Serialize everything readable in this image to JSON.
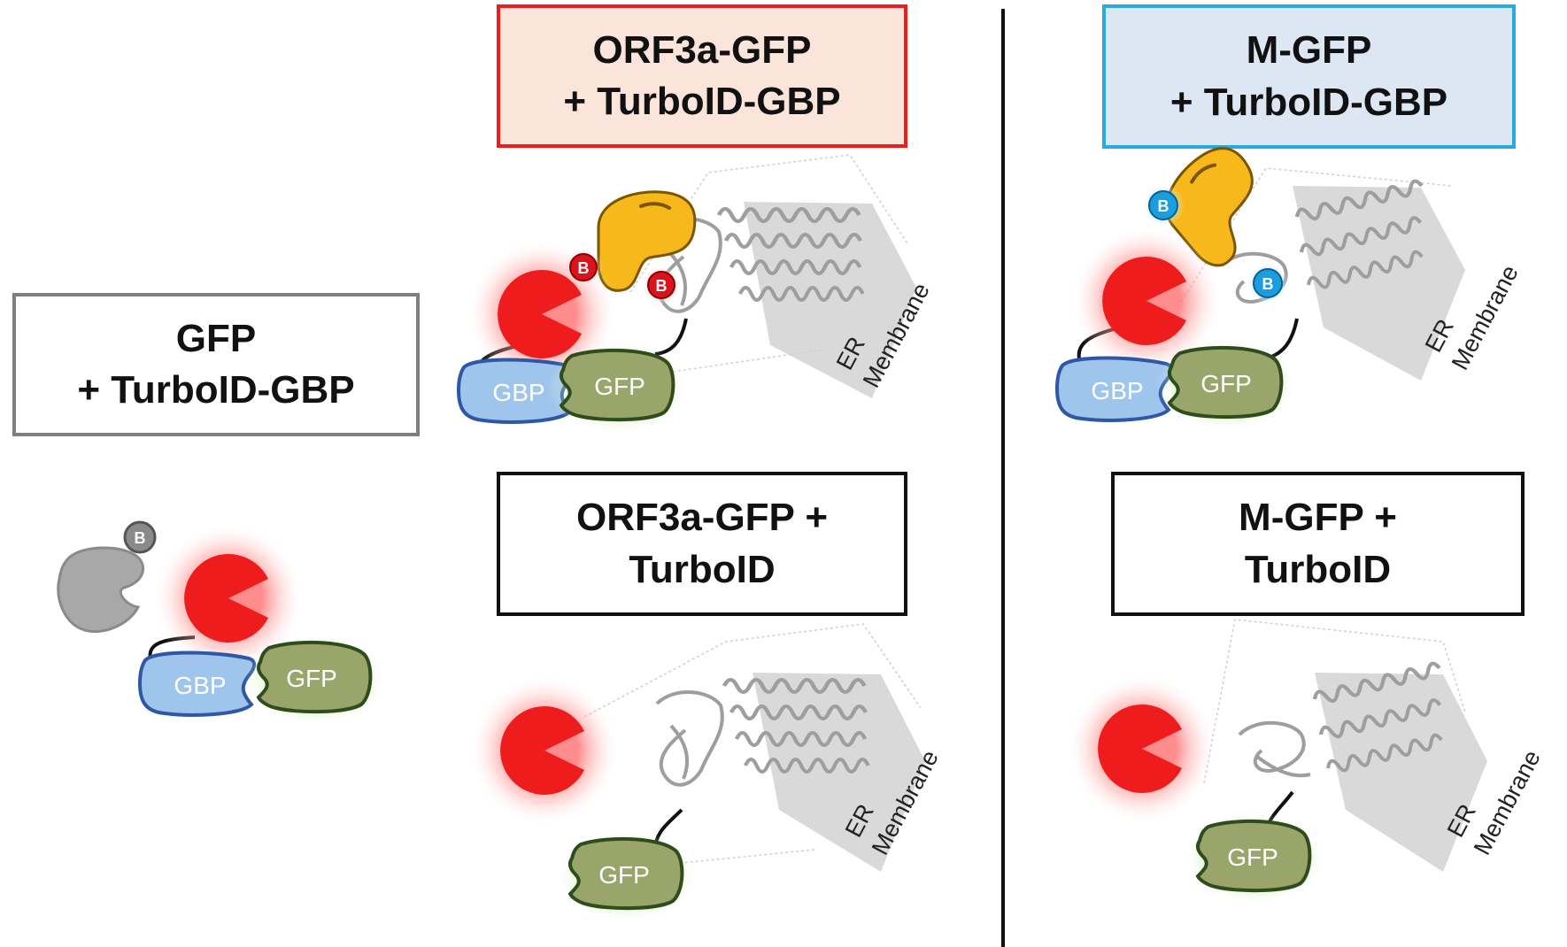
{
  "boxes": {
    "control": {
      "line1": "GFP",
      "line2": "+ TurboID-GBP",
      "border_color": "#7f7f7f"
    },
    "orf3a_gbp": {
      "line1": "ORF3a-GFP",
      "line2": "+ TurboID-GBP",
      "border_color": "#ee1c1c",
      "fill_color": "#fbe4da"
    },
    "orf3a_tid": {
      "line1": "ORF3a-GFP +",
      "line2": "TurboID",
      "border_color": "#111111"
    },
    "m_gbp": {
      "line1": "M-GFP",
      "line2": "+ TurboID-GBP",
      "border_color": "#27a9e1",
      "fill_color": "#dde7f3"
    },
    "m_tid": {
      "line1": "M-GFP +",
      "line2": "TurboID",
      "border_color": "#111111"
    }
  },
  "labels": {
    "gbp": "GBP",
    "gfp": "GFP",
    "biotin": "B",
    "er_line1": "ER",
    "er_line2": "Membrane"
  },
  "colors": {
    "turboid": "#ee1c1c",
    "gbp": "#9fc5ec",
    "gfp": "#9aa56c",
    "yellow_ligase": "#f6b81a",
    "biotin_red": "#d9141f",
    "biotin_blue": "#1b9ee0",
    "membrane": "#d9d9d9"
  },
  "icons": [
    "turboid-pacman-icon",
    "gbp-nanobody-icon",
    "gfp-icon",
    "biotin-icon",
    "protein-ribbon-icon",
    "er-membrane-icon"
  ]
}
